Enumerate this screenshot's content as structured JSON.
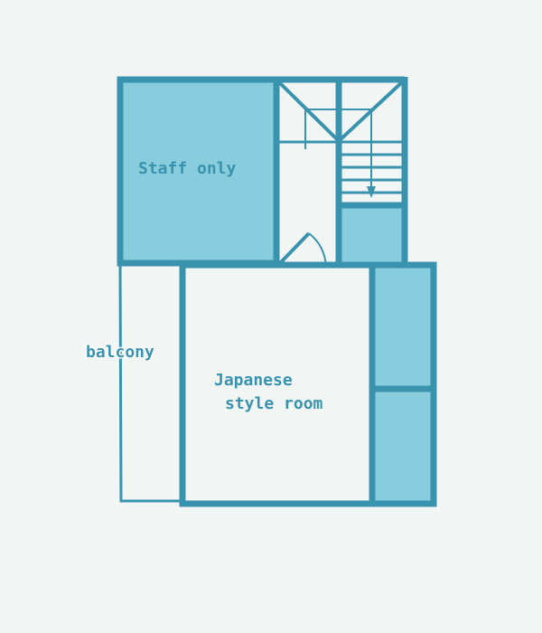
{
  "colors": {
    "background": "#f1f5f4",
    "wall": "#3a93ae",
    "room_fill": "#88cddd",
    "label": "#3a93ae"
  },
  "rooms": {
    "staff": {
      "label": "Staff only"
    },
    "balcony": {
      "label": "balcony"
    },
    "japanese": {
      "label_line1": "Japanese",
      "label_line2": "style room"
    }
  },
  "icons": {
    "stairs": "stairs-icon",
    "stairs_arrow": "arrow-down-icon",
    "door": "door-swing-icon"
  }
}
